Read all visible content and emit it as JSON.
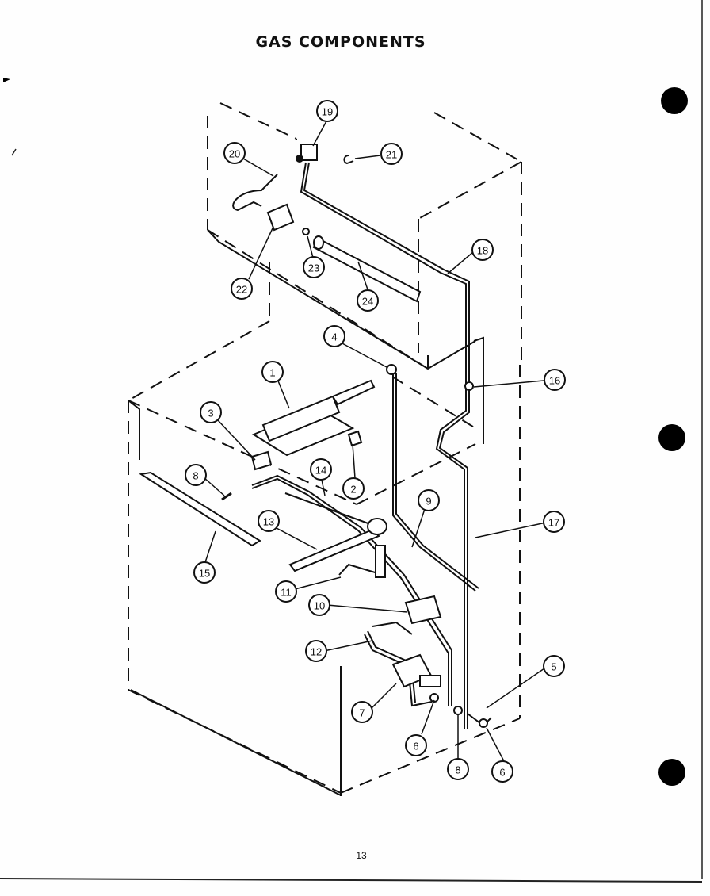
{
  "title": "GAS COMPONENTS",
  "page_number": "13",
  "callouts": [
    "19",
    "20",
    "21",
    "22",
    "23",
    "24",
    "18",
    "4",
    "16",
    "1",
    "3",
    "2",
    "8",
    "14",
    "9",
    "13",
    "15",
    "17",
    "11",
    "10",
    "12",
    "5",
    "7",
    "6",
    "8",
    "6"
  ]
}
